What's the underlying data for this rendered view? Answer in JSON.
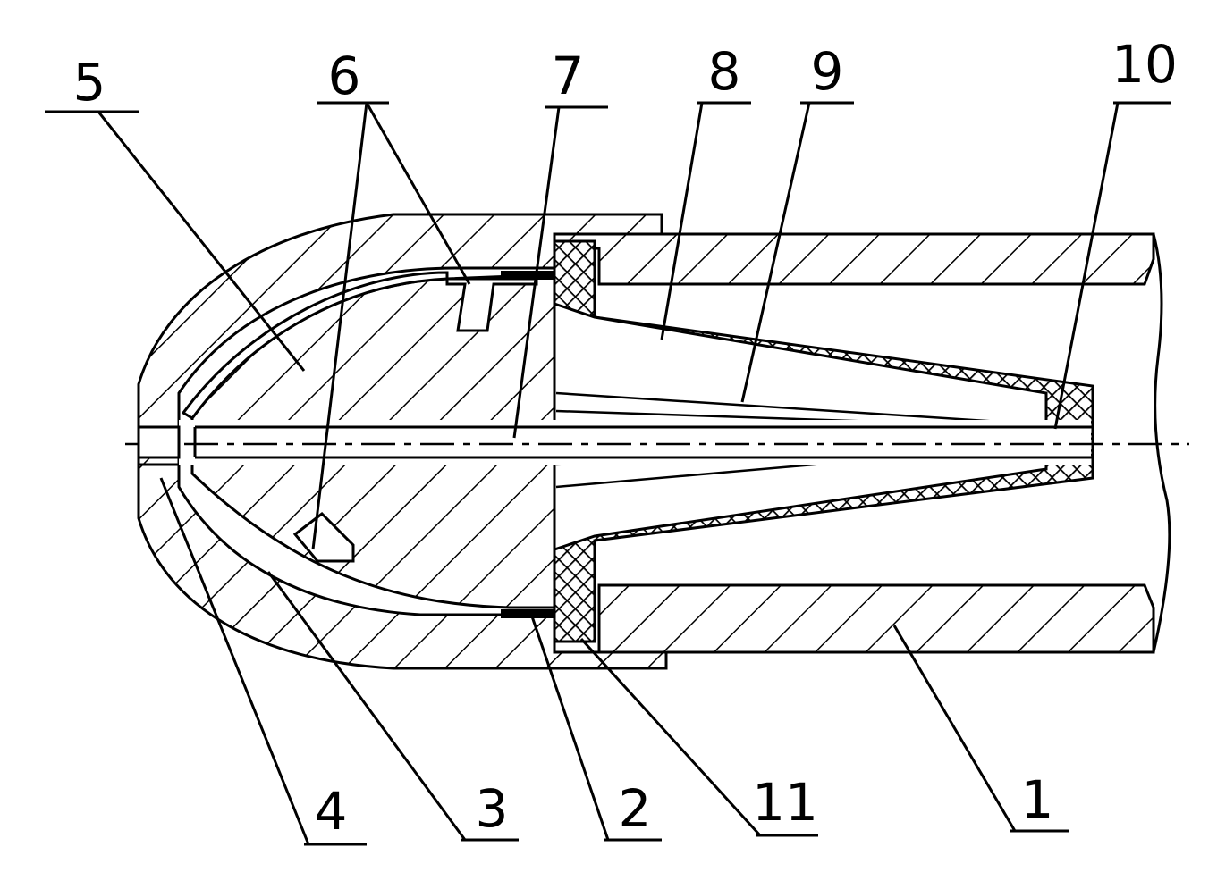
{
  "labels": {
    "p1": "1",
    "p2": "2",
    "p3": "3",
    "p4": "4",
    "p5": "5",
    "p6": "6",
    "p7": "7",
    "p8": "8",
    "p9": "9",
    "p10": "10",
    "p11": "11"
  },
  "colors": {
    "ink": "#000000",
    "paper": "#ffffff"
  }
}
